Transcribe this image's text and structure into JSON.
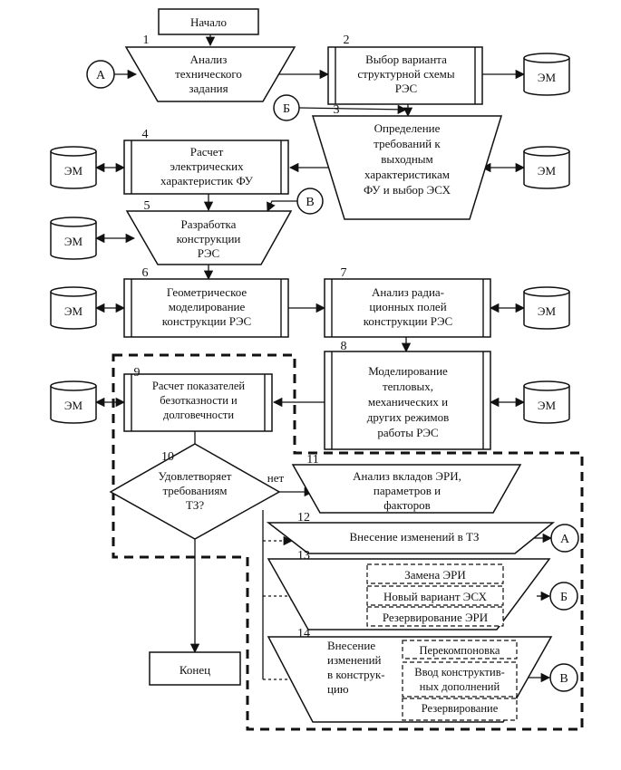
{
  "blocks": {
    "start": "Начало",
    "end": "Конец",
    "b1": {
      "num": "1",
      "lines": [
        "Анализ",
        "технического",
        "задания"
      ]
    },
    "b2": {
      "num": "2",
      "lines": [
        "Выбор варианта",
        "структурной схемы",
        "РЭС"
      ]
    },
    "b3": {
      "num": "3",
      "lines": [
        "Определение",
        "требований к",
        "выходным",
        "характеристикам",
        "ФУ и выбор ЭСХ"
      ]
    },
    "b4": {
      "num": "4",
      "lines": [
        "Расчет",
        "электрических",
        "характеристик ФУ"
      ]
    },
    "b5": {
      "num": "5",
      "lines": [
        "Разработка",
        "конструкции",
        "РЭС"
      ]
    },
    "b6": {
      "num": "6",
      "lines": [
        "Геометрическое",
        "моделирование",
        "конструкции РЭС"
      ]
    },
    "b7": {
      "num": "7",
      "lines": [
        "Анализ радиа-",
        "ционных полей",
        "конструкции РЭС"
      ]
    },
    "b8": {
      "num": "8",
      "lines": [
        "Моделирование",
        "тепловых,",
        "механических и",
        "других режимов",
        "работы РЭС"
      ]
    },
    "b9": {
      "num": "9",
      "lines": [
        "Расчет показателей",
        "безотказности и",
        "долговечности"
      ]
    },
    "b10": {
      "num": "10",
      "lines": [
        "Удовлетворяет",
        "требованиям",
        "ТЗ?"
      ],
      "no_label": "нет"
    },
    "b11": {
      "num": "11",
      "lines": [
        "Анализ вкладов ЭРИ,",
        "параметров и",
        "факторов"
      ]
    },
    "b12": {
      "num": "12",
      "lines": [
        "Внесение изменений в ТЗ"
      ]
    },
    "b13": {
      "num": "13",
      "items": [
        "Замена ЭРИ",
        "Новый вариант ЭСХ",
        "Резервирование ЭРИ"
      ]
    },
    "b14": {
      "num": "14",
      "lines": [
        "Внесение",
        "изменений",
        "в конструк-",
        "цию"
      ],
      "items": [
        [
          "Перекомпоновка"
        ],
        [
          "Ввод конструктив-",
          "ных дополнений"
        ],
        [
          "Резервирование"
        ]
      ]
    }
  },
  "connectors": {
    "A": "А",
    "B": "Б",
    "V": "В"
  },
  "db_label": "ЭМ"
}
